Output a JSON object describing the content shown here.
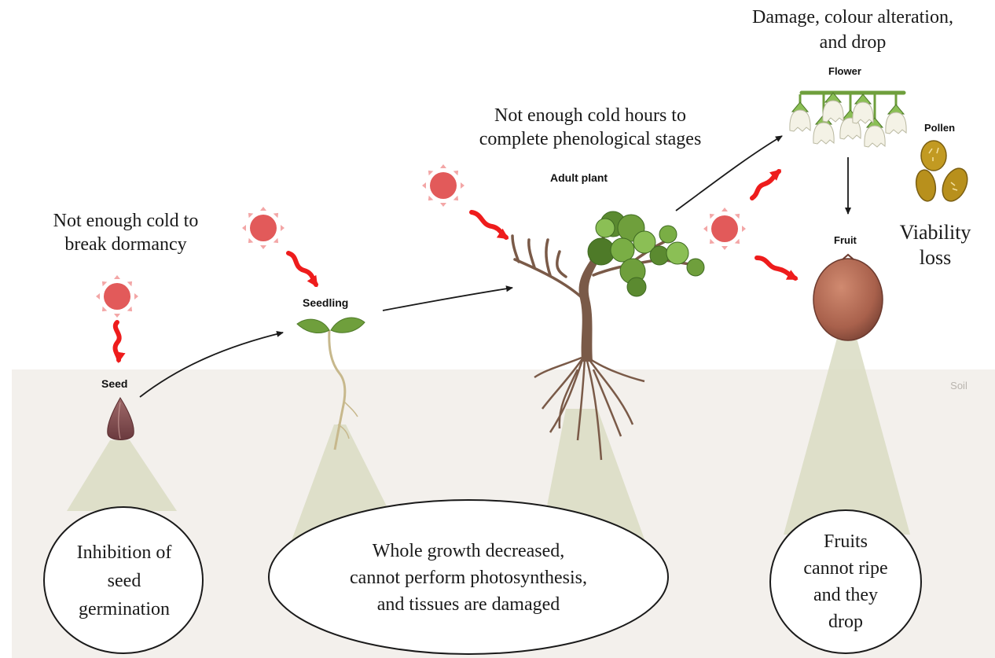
{
  "labels": {
    "cold_dormancy": "Not enough cold to\nbreak dormancy",
    "cold_hours": "Not enough cold hours to\ncomplete phenological stages",
    "flower_damage": "Damage, colour alteration,\nand drop",
    "viability": "Viability\nloss",
    "soil": "Soil"
  },
  "stages": {
    "seed": "Seed",
    "seedling": "Seedling",
    "adult_plant": "Adult plant",
    "flower": "Flower",
    "pollen": "Pollen",
    "fruit": "Fruit"
  },
  "effects": {
    "seed": "Inhibition of\nseed\ngermination",
    "growth": "Whole growth decreased,\ncannot perform photosynthesis,\nand tissues are damaged",
    "fruit": "Fruits\ncannot ripe\nand they\ndrop"
  },
  "colors": {
    "sun": "#e25a5a",
    "heat_arrow": "#ee1c1c",
    "soil": "#f3f0ec",
    "beam": "#d9dcc3",
    "leaf": "#6f9f3c",
    "trunk": "#7a5a48",
    "fruit": "#b06a55",
    "pollen": "#b8901c"
  },
  "icons": [
    "sun-icon",
    "heat-arrow-icon",
    "seed-icon",
    "seedling-icon",
    "tree-icon",
    "flower-icon",
    "pollen-icon",
    "fruit-icon"
  ]
}
